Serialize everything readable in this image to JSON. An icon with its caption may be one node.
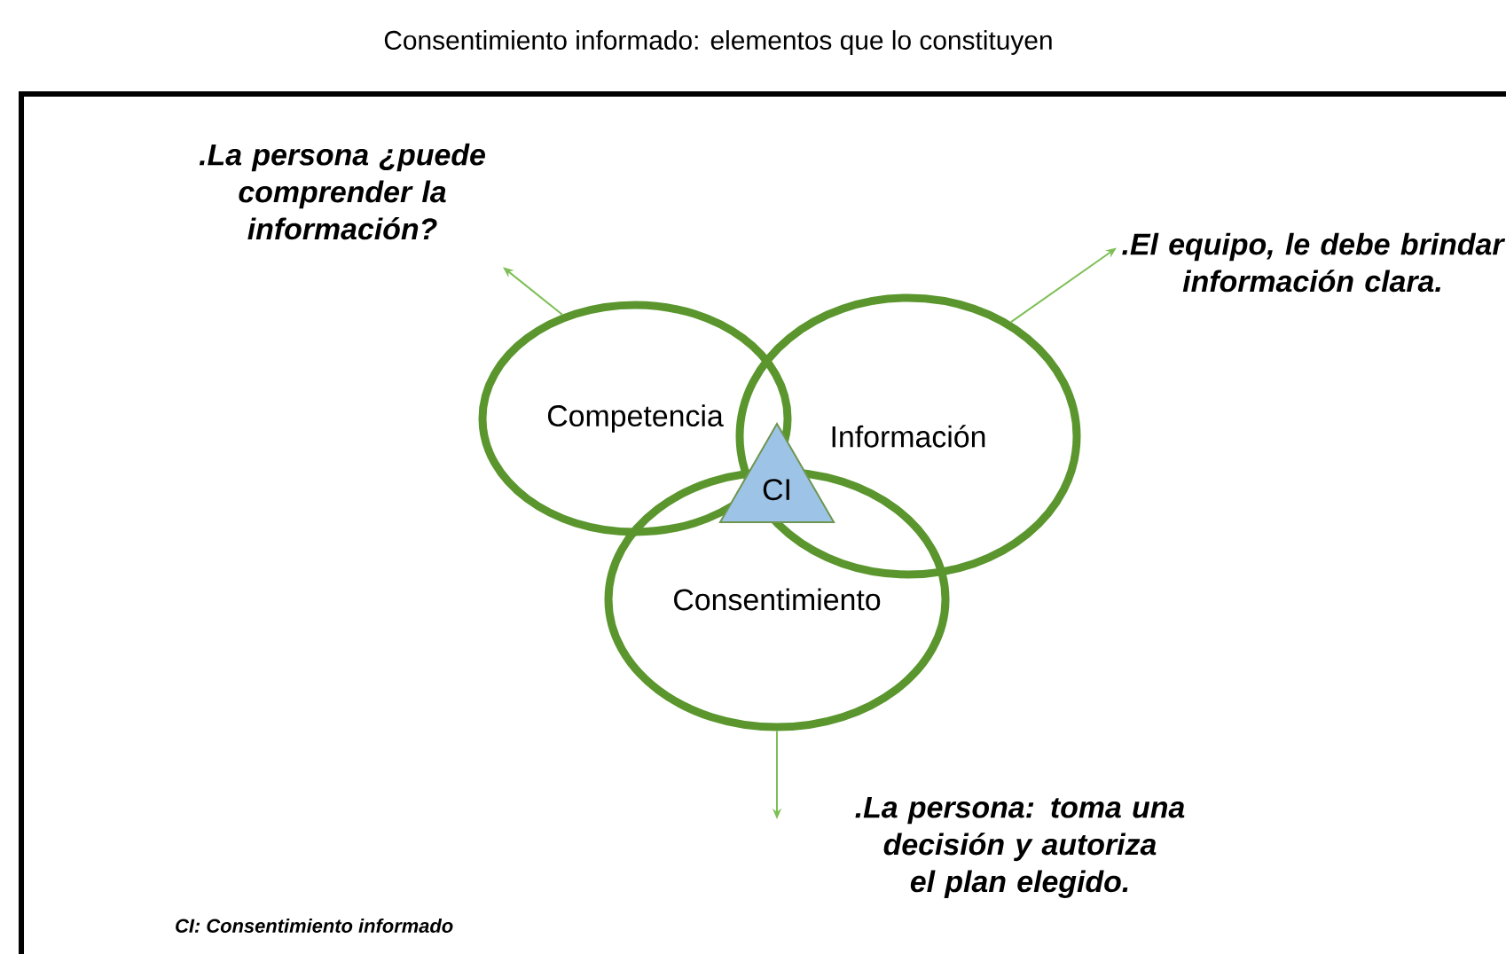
{
  "diagram": {
    "title": "Consentimiento informado: elementos que lo constituyen",
    "nodes": [
      {
        "text": [
          "Competencia"
        ]
      },
      {
        "text": [
          "Información"
        ]
      },
      {
        "text": [
          "Consentimiento"
        ]
      },
      {
        "text": [
          "CI"
        ]
      },
      {
        "text": [
          ".La persona ¿puede comprender la información?"
        ]
      },
      {
        "text": [
          ".El equipo, le debe brindar información clara."
        ]
      },
      {
        "text": [
          ".La persona: toma una decisión y autoriza el plan elegido."
        ]
      }
    ],
    "edges": [
      {
        "from": 0,
        "to": 4,
        "arrow": "to"
      },
      {
        "from": 1,
        "to": 5,
        "arrow": "to"
      },
      {
        "from": 2,
        "to": 6,
        "arrow": "to"
      }
    ],
    "labels": [
      "CI: Consentimiento informado"
    ]
  }
}
